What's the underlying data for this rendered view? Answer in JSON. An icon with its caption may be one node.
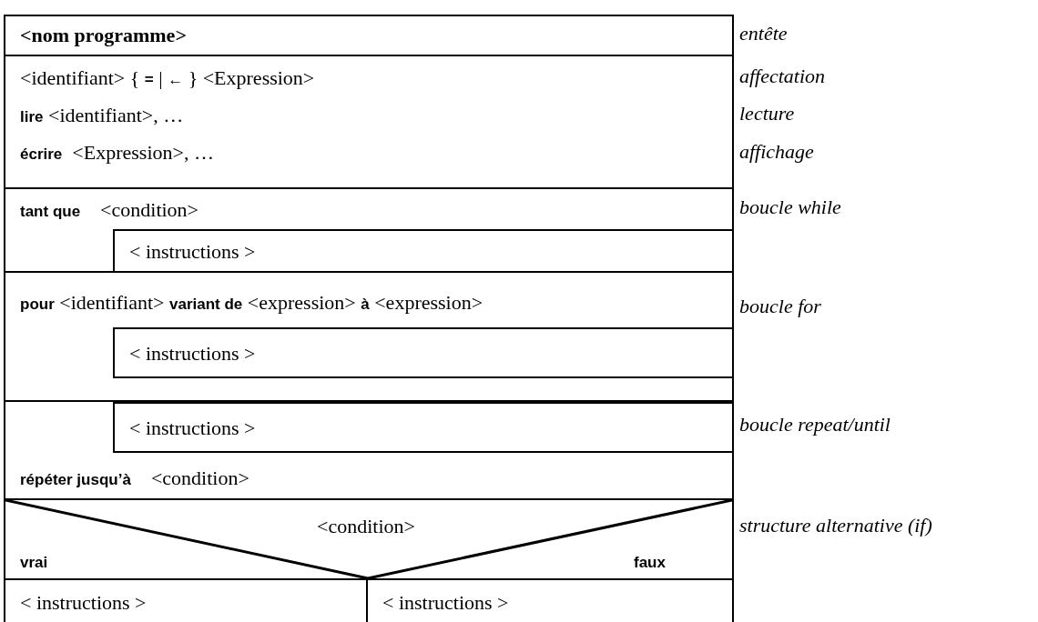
{
  "diagram": {
    "nodes": [
      {
        "text": [
          "<nom programme>"
        ]
      },
      {
        "text": [
          "<identifiant> { **=** | **←** } <Expression>",
          "**lire** <identifiant>, …",
          "**écrire**  <Expression>, …"
        ]
      },
      {
        "text": [
          "**tant que**    <condition>"
        ]
      },
      {
        "text": [
          "< instructions >"
        ],
        "in": 2
      },
      {
        "text": [
          "**pour** <identifiant> **variant de** <expression> **à** <expression>"
        ]
      },
      {
        "text": [
          "< instructions >"
        ],
        "in": 4
      },
      {
        "text": [
          "< instructions >"
        ],
        "in": 7
      },
      {
        "text": [
          "**répéter jusqu’à**    <condition>"
        ]
      },
      {
        "text": [
          "<condition>",
          "vrai",
          "faux"
        ]
      },
      {
        "text": [
          "< instructions >"
        ],
        "in": 8
      },
      {
        "text": [
          "< instructions >"
        ],
        "in": 8
      }
    ],
    "labels": [
      "entête",
      "affectation",
      "lecture",
      "affichage",
      "boucle while",
      "boucle for",
      "boucle repeat/until",
      "structure alternative (if)"
    ]
  }
}
